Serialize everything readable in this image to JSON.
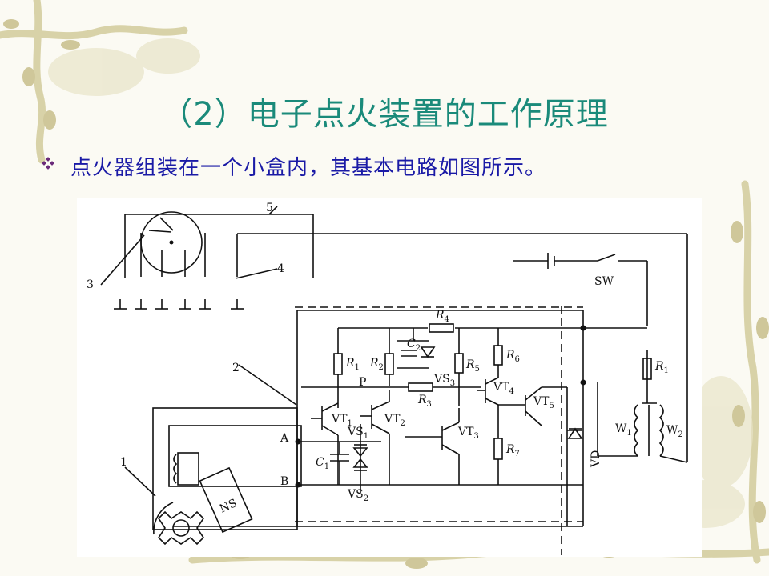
{
  "slide": {
    "title": "（2）电子点火装置的工作原理",
    "bullet_text": "点火器组装在一个小盒内，其基本电路如图所示。"
  },
  "colors": {
    "title": "#1a8a7a",
    "bullet_text": "#1a1aa6",
    "bullet_icon": "#6a2a7a"
  },
  "icons": {
    "bullet": "diamond-cluster-icon",
    "background": "vine-decoration"
  },
  "circuit": {
    "callouts": {
      "c1": "1",
      "c2": "2",
      "c3": "3",
      "c4": "4",
      "c5": "5"
    },
    "switch": "SW",
    "nodes": {
      "p": "P",
      "a": "A",
      "b": "B"
    },
    "sensor": "NS",
    "resistors": {
      "r1": {
        "main": "R",
        "sub": "1"
      },
      "r2": {
        "main": "R",
        "sub": "2"
      },
      "r3": {
        "main": "R",
        "sub": "3"
      },
      "r4": {
        "main": "R",
        "sub": "4"
      },
      "r5": {
        "main": "R",
        "sub": "5"
      },
      "r6": {
        "main": "R",
        "sub": "6"
      },
      "r7": {
        "main": "R",
        "sub": "7"
      },
      "r1b": {
        "main": "R",
        "sub": "1"
      }
    },
    "capacitors": {
      "c1": {
        "main": "C",
        "sub": "1"
      },
      "c2": {
        "main": "C",
        "sub": "2"
      }
    },
    "transistors": {
      "vt1": {
        "main": "VT",
        "sub": "1"
      },
      "vt2": {
        "main": "VT",
        "sub": "2"
      },
      "vt3": {
        "main": "VT",
        "sub": "3"
      },
      "vt4": {
        "main": "VT",
        "sub": "4"
      },
      "vt5": {
        "main": "VT",
        "sub": "5"
      }
    },
    "zeners": {
      "vs1": {
        "main": "VS",
        "sub": "1"
      },
      "vs2": {
        "main": "VS",
        "sub": "2"
      },
      "vs3": {
        "main": "VS",
        "sub": "3"
      }
    },
    "diode": "VD",
    "coils": {
      "w1": {
        "main": "W",
        "sub": "1"
      },
      "w2": {
        "main": "W",
        "sub": "2"
      }
    }
  }
}
